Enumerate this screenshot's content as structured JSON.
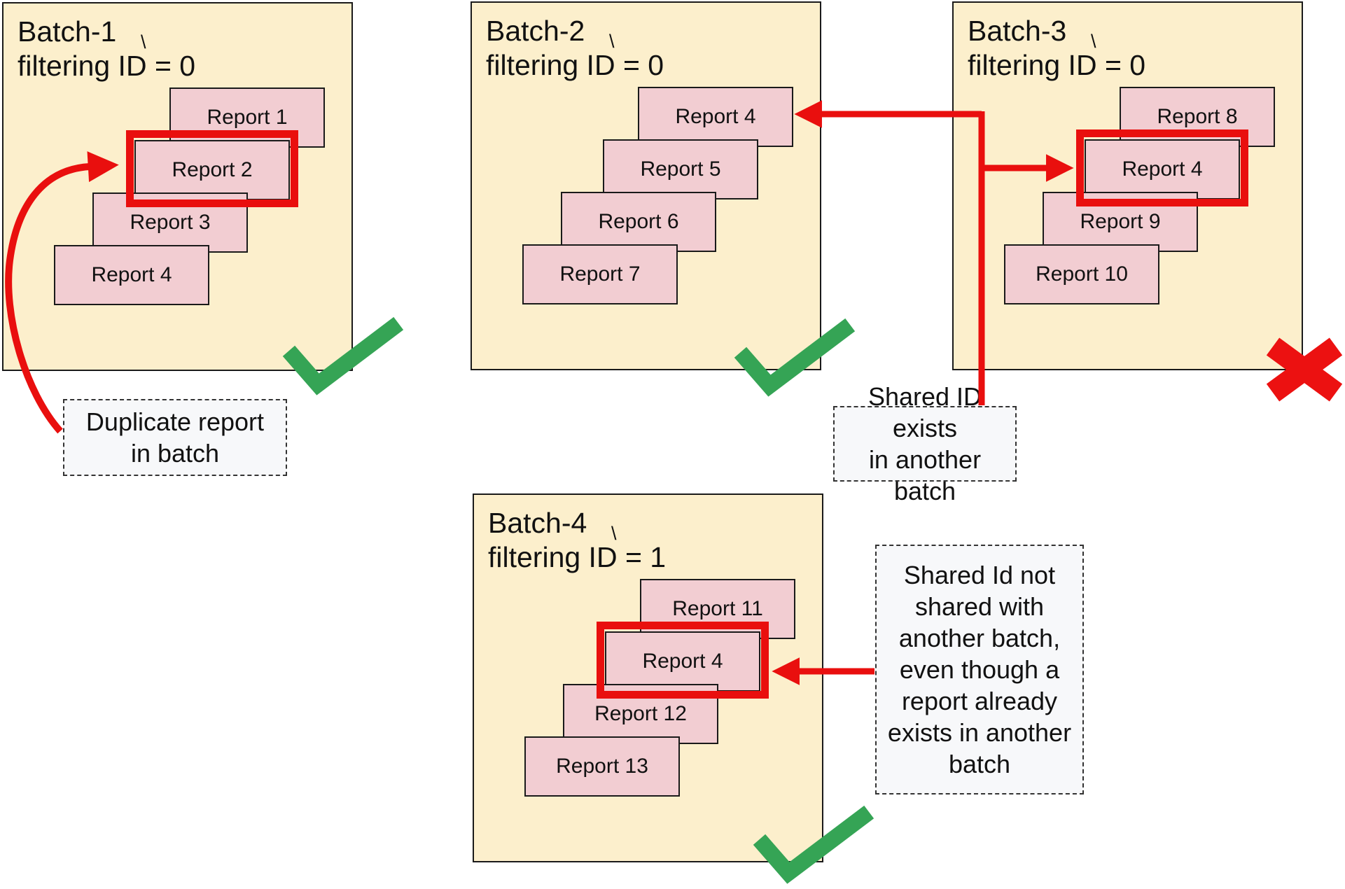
{
  "colors": {
    "page_bg": "#FFFFFF",
    "batch_bg": "#FCEFCC",
    "batch_border": "#1A1A1A",
    "report_bg": "#F2CDD2",
    "report_border": "#1A1A1A",
    "highlight_red": "#E90F0E",
    "arrow_red": "#E90F0E",
    "check_green": "#35A455",
    "cross_red": "#EC1111",
    "note_bg": "#F7F8FA",
    "note_border": "#333333",
    "text": "#111111"
  },
  "batches": [
    {
      "title_line1": "Batch-1",
      "title_line2": "filtering ID = 0",
      "stray_mark": "\\",
      "reports": [
        {
          "label": "Report 1"
        },
        {
          "label": "Report 2"
        },
        {
          "label": "Report 3"
        },
        {
          "label": "Report 4"
        }
      ],
      "highlighted_report": "Report 2",
      "status": "valid"
    },
    {
      "title_line1": "Batch-2",
      "title_line2": "filtering ID = 0",
      "stray_mark": "\\",
      "reports": [
        {
          "label": "Report 4"
        },
        {
          "label": "Report 5"
        },
        {
          "label": "Report 6"
        },
        {
          "label": "Report 7"
        }
      ],
      "highlighted_report": null,
      "status": "valid"
    },
    {
      "title_line1": "Batch-3",
      "title_line2": "filtering ID = 0",
      "stray_mark": "\\",
      "reports": [
        {
          "label": "Report 8"
        },
        {
          "label": "Report 4"
        },
        {
          "label": "Report 9"
        },
        {
          "label": "Report 10"
        }
      ],
      "highlighted_report": "Report 4",
      "status": "invalid"
    },
    {
      "title_line1": "Batch-4",
      "title_line2": "filtering ID = 1",
      "stray_mark": "\\",
      "reports": [
        {
          "label": "Report 11"
        },
        {
          "label": "Report 4"
        },
        {
          "label": "Report 12"
        },
        {
          "label": "Report 13"
        }
      ],
      "highlighted_report": "Report 4",
      "status": "valid"
    }
  ],
  "annotations": {
    "duplicate": {
      "lines": [
        "Duplicate report",
        "in batch"
      ]
    },
    "shared_exists": {
      "lines": [
        "Shared ID exists",
        "in another batch"
      ]
    },
    "shared_not_shared": {
      "lines": [
        "Shared Id not",
        "shared with",
        "another batch,",
        "even though a",
        "report already",
        "exists in another",
        "batch"
      ]
    }
  }
}
